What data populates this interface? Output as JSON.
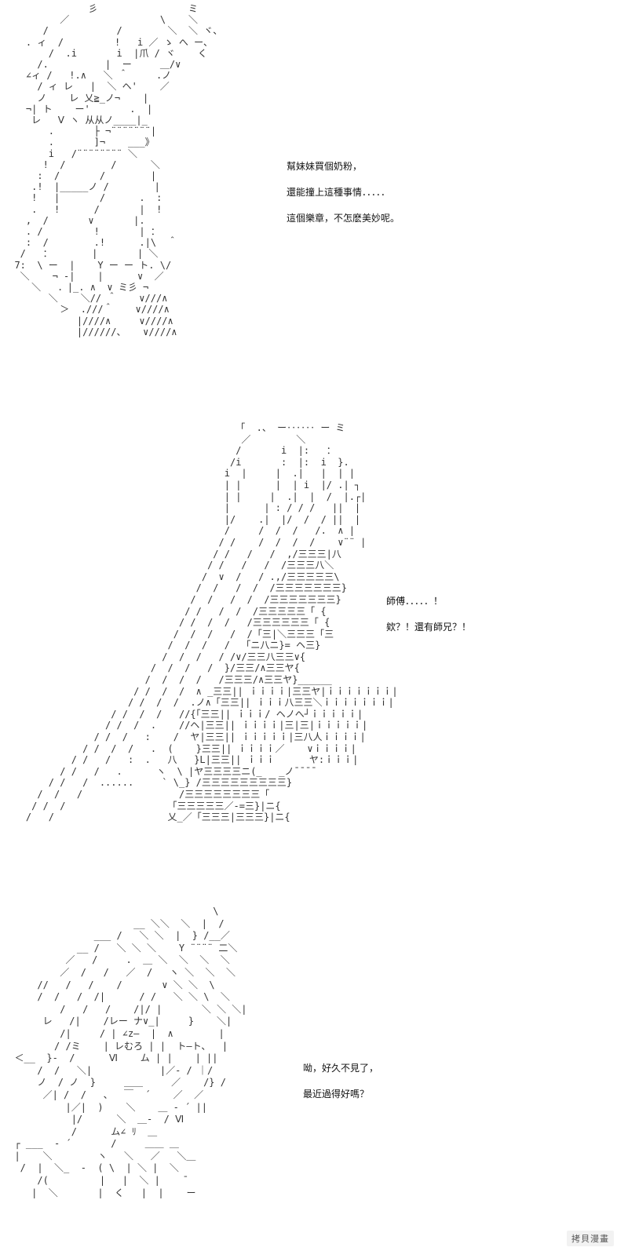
{
  "panels": [
    {
      "ascii_art": "               彡                ミ\n          ／                \\    ＼\n       /            /        ＼  ＼ ヾ、\n    . ィ  /         !   i ／ ゝ へ ー、\n        /  .i       i  |爪 / ヾ    く\n      /.          |  ー     ＿/∨\n    ∠ィ /   !.∧   ＼ ＾     .ノ\n      / ィ レ   |  ＼ ヘ'    ／\n      ノ    レ 乂≧_ノ¬    |\n    ¬| ト    ー'       .  |\n     レ   Ⅴ ヽ 从从ノ____|_\n        .       ├ ¬¨¨¨¨¨¨¨|\n        .       ]¬    ___》\n        i   /¨¨¨¨¨¨¨¨ ＼\n       !  /        /      ＼\n      :  /       /        |\n     .!  |_____ノ /        |\n     !   |       /      .  :\n     .   !      /       |  !\n    ,  /       ∨       |.\n    . /         !       | ：\n    :  /        .!      .|\\  ＾\n   /   ：       |       | ＼\n  7:  \\ ー  |    Y ー ー ト. \\/\n   ＼    ¬ ‐|    |      ∨  ／\n     ＼   ．|_. ∧  ∨ ミ彡 ¬\n        ＼    ＼// ＾    ∨///∧\n          ＞  .///＾    ∨////∧\n             |////∧     ∨////∧\n             |//////、   ∨////∧",
      "dialogue": [
        "幫妹妹買個奶粉，",
        "還能撞上這種事情．．．．．",
        "這個樂章，不怎麽美妙呢。"
      ]
    },
    {
      "ascii_art": "                                         「  .、 ー‥‥‥ ー ミ\n                                          ／        ＼\n                                         /       i  |:   ：\n                                        /i       :  |:  i  }.\n                                       i  |     |  .|   |  | |\n                                       | |      |  | i  |/ .| ┐\n                                       | |     |  .|  |  /  |.┌|\n                                       |      | : / / /   ||  |\n                                       |/    .|  |/  /  / ||  |\n                                       /     /  /  /   /.  ∧ |\n                                      / /    /  /  /  /    ∨¨¨ |\n                                     / /   /   /  ,/三三三|八\n                                    / /   /   /  /三三三八＼\n                                   /  ∨  /   / .,/三三三三三\\\n                                  /  /   /  /  /三三三三三三三}\n                                 /  /   /  /  /三三三三三三三}\n                                / /   /  /  /三三三三三「 {\n                               / /  /  /   /三三三三三三「 {\n                              /  /  /   /  /「三|＼三三三「三\n                             /  /  /   /  「ニ八ニ}= ヘ三}\n                            /  /  /   / /∨/三三八三三∨{\n                          /  /  /   /  }/三三/∧三三ヤ{\n                         /  /  /  /   /三三三/∧三三ヤ}______\n                       / /  /  /  ∧ _三三|| ｉｉｉｉ|三三ヤ|ｉｉｉｉｉｉｉ|\n                      / /  /  /  .ノ∧「三三|| ｉｉｉ八三三＼ｉｉｉｉｉｉｉ|\n                   / /  /  /   //{「三三|| ｉｉｉ/ ヘノへ┘ｉｉｉｉｉ|\n                  / /  /  .    //ヘ|三三|| ｉｉｉｉ|三|三|ｉｉｉｉｉ|\n                / /  /   :    /  ヤ|三三|| ｉｉｉｉｉ|三八人ｉｉｉｉ|\n              / /  /  /   .  (    }三三|| ｉｉｉｉ／    ∨ｉｉｉｉ|\n            / /   /   :  .   八   }L|三三|| ｉｉｉ      ヤ:ｉｉｉ|\n          / /   /   .      ヽ  \\ |ヤ三三三三ニ(_   _ノ¯¯¯¯\n        / /   /  ......     ` \\_} /三三三三三三三三三}\n      /  /   /                 /三三三三三三三三「\n     / /  /                  「三三三三三／‐=三}|ニ{\n    /   /                    乂_／「三三三|三三三}|ニ{",
      "dialogue": [
        "師傅．．．．．！",
        "欸？！還有師兄？！"
      ]
    },
    {
      "ascii_art": "                                     \\\n                       __ ＼＼  ＼  |  /\n                ___ /   ＼ ＼  |  } /__／\n             __ /   ＼ ＼ ＼    Y ¨¨¨¨ 二＼\n           ／   /     .  ＿ ＼  ＼  ＼  ＼\n          ／  /   /   ／  /   ヽ ＼  ＼  ＼\n      //   /   /    /       ∨ ＼ ＼  \\\n      /  /   /  /|      / /   ＼ ＼ \\  ＼\n          /   /   /    /|/ |       ＼ ＼ ＼|\n       レ   /|    /レー ナ∨_|     }    ＼|\n          /|     / | ∠z―  |  ∧        |\n         / /ミ    | レむろ | |  ト―ト、  |\n  ＜__  }‐  /      Ⅵ    ム | |    | ||\n      /  /   ＼|            |／‐ / ｜/\n      ノ  / ノ  }     ＿＿     ／    /} /\n       ／| /  /   、  ￣  ´    ／  ／\n           |／|  )    ＼    ＿ ‐ ´ ||\n            |/      ＼  ＿‐  / Ⅵ\n            /      ム∠ ﾘ  ＿\n  ┌ ___  ‐ ´       /     ＿＿ ＿\n  |    ＼        ヽ   ＼   ／   ＼＿\n   /  |  ＼_  ‐  ( \\  | ＼ |  ＼\n      /(         |   |  ＼ |    ¯\n     |  ＼       |  く   |  |    ー",
      "dialogue": [
        "呦，好久不見了，",
        "最近過得好嗎？"
      ]
    }
  ],
  "watermark": "拷貝漫畫"
}
